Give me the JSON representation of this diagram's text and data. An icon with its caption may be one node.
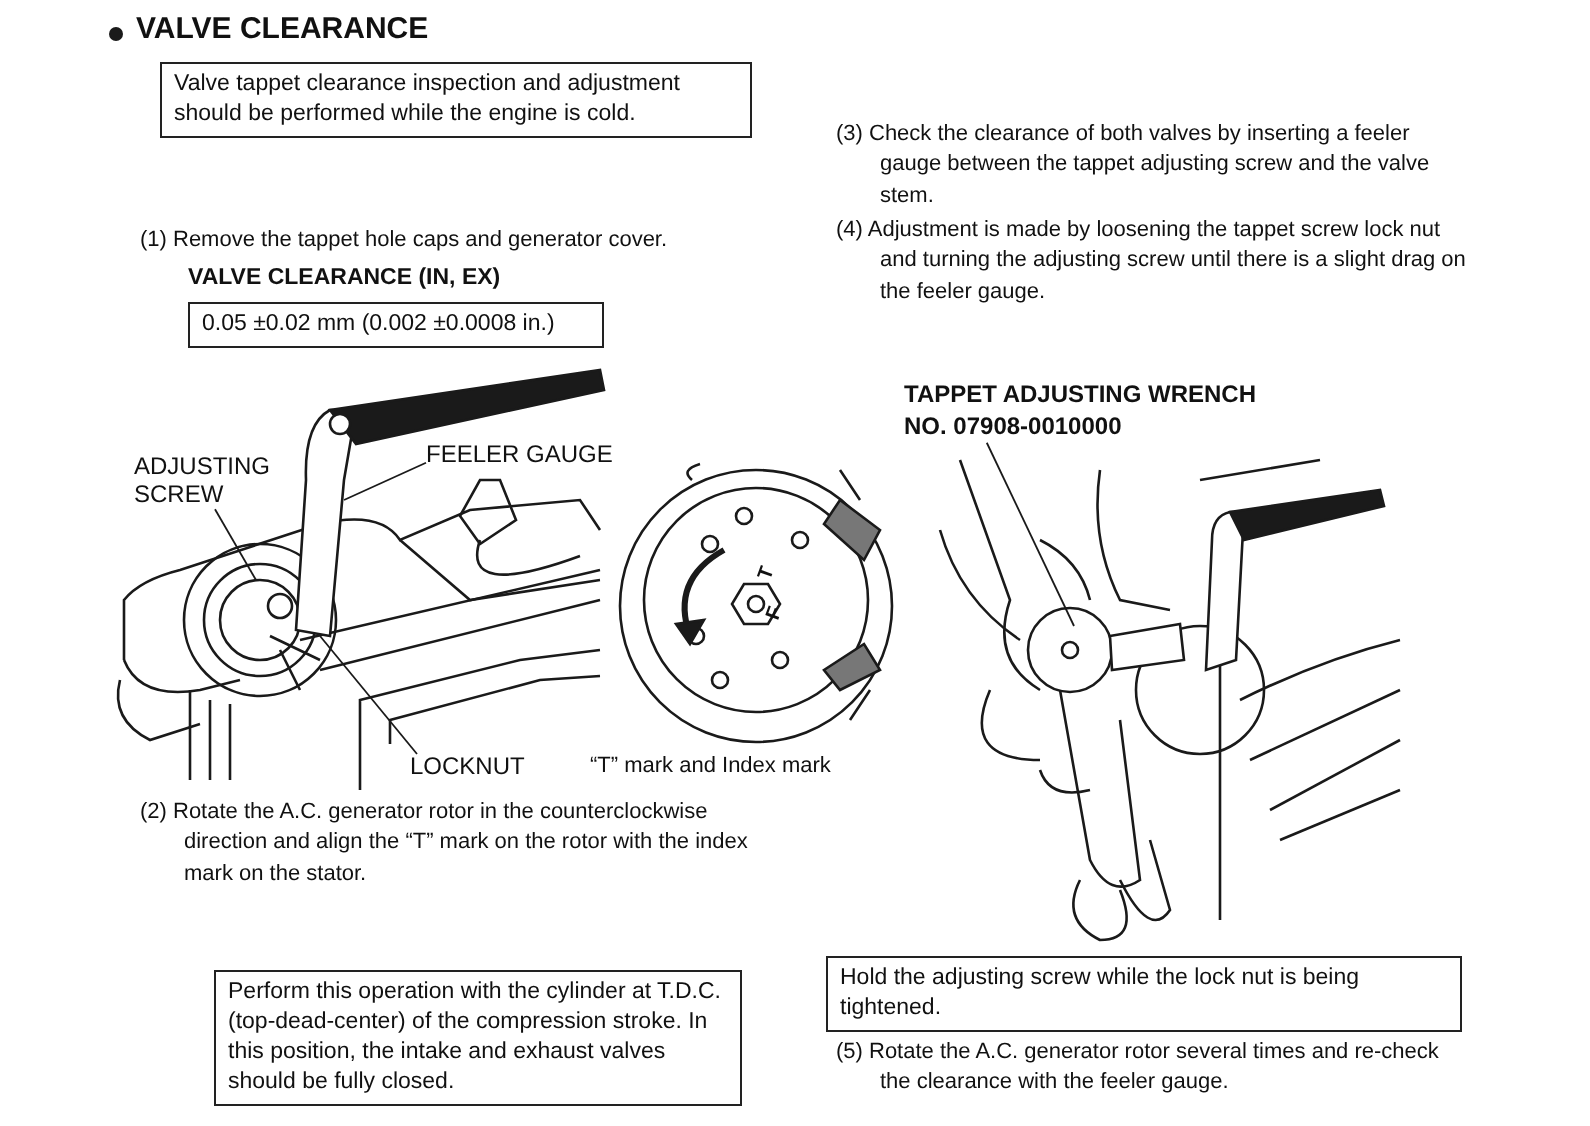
{
  "diagram": {
    "title": "VALVE CLEARANCE",
    "nodes": [
      {
        "text": [
          "Valve tappet clearance inspection and adjustment should be performed while the engine is cold."
        ]
      },
      {
        "text": [
          "0.05 ±0.02 mm (0.002 ±0.0008 in.)"
        ],
        "beside": [
          "VALVE CLEARANCE (IN, EX)"
        ]
      },
      {
        "text": [
          "ADJUSTING SCREW"
        ]
      },
      {
        "text": [
          "FEELER GAUGE"
        ]
      },
      {
        "text": [
          "LOCKNUT"
        ]
      },
      {
        "text": [
          "Perform this operation with the cylinder at T.D.C. (top-dead-center) of the compression stroke. In this position, the intake and exhaust valves should be fully closed."
        ]
      },
      {
        "text": [
          "TAPPET ADJUSTING WRENCH",
          "NO. 07908-0010000"
        ]
      },
      {
        "text": [
          "Hold the adjusting screw while the lock nut is being tightened."
        ]
      }
    ],
    "edges": [
      {
        "from": 2,
        "to": null,
        "arrow": "none"
      },
      {
        "from": 3,
        "to": null,
        "arrow": "none"
      },
      {
        "from": 4,
        "to": null,
        "arrow": "none"
      },
      {
        "from": 6,
        "to": null,
        "arrow": "none"
      }
    ],
    "labels": [
      "(1) Remove the tappet hole caps and generator cover.",
      "T",
      "F",
      "“T” mark and Index mark",
      "(2) Rotate the A.C. generator rotor in the counterclockwise direction and align the “T” mark on the rotor with the index mark on the stator.",
      "(3) Check the clearance of both valves by inserting a feeler gauge between the tappet adjusting screw and the valve stem.",
      "(4) Adjustment is made by loosening the tappet screw lock nut and turning the adjusting screw until there is a slight drag on the feeler gauge.",
      "(5) Rotate the A.C. generator rotor several times and re-check the clearance with the feeler gauge."
    ]
  }
}
